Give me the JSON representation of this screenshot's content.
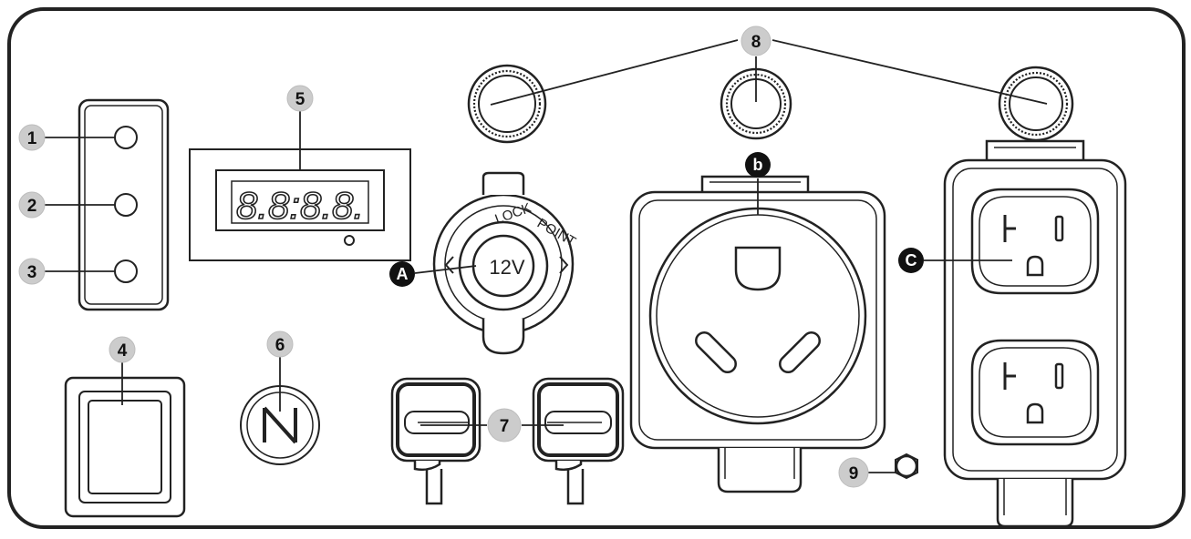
{
  "callouts": {
    "c1": "1",
    "c2": "2",
    "c3": "3",
    "c4": "4",
    "c5": "5",
    "c6": "6",
    "c7": "7",
    "c8": "8",
    "c9": "9",
    "cA": "A",
    "cB": "b",
    "cC": "C"
  },
  "display": {
    "digits": "8.8:8.8."
  },
  "dc_outlet": {
    "voltage": "12V",
    "lock_label": "LOCK",
    "point_label": "POINT"
  },
  "colors": {
    "outline": "#222222",
    "callout_grey": "#cccccc",
    "callout_black": "#111111"
  }
}
